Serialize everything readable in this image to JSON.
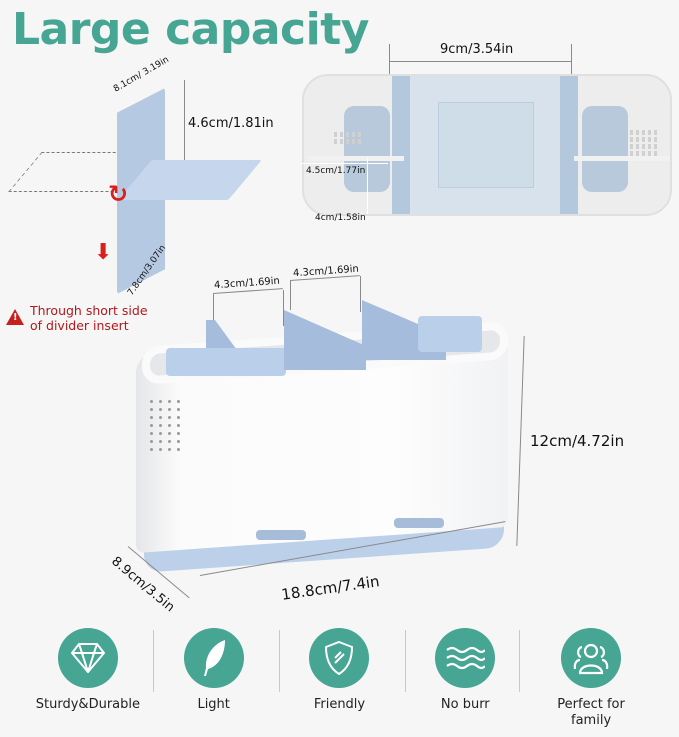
{
  "title": "Large capacity",
  "colors": {
    "accent": "#46a593",
    "warning": "#b2181c",
    "divider_blue": "#b3c7dd"
  },
  "divider_detail": {
    "top_width": "8.1cm/ 3.19in",
    "height": "4.6cm/1.81in",
    "bottom_width": "7.8cm/3.07in",
    "warning_line1": "Through short side",
    "warning_line2": "of divider insert",
    "icons": [
      "rotate-arrow-icon",
      "down-arrow-icon",
      "warning-icon"
    ]
  },
  "top_view": {
    "center_width": "9cm/3.54in",
    "side_width": "4.5cm/1.77in",
    "side_depth": "4cm/1.58in"
  },
  "main_product": {
    "slot1_width": "4.3cm/1.69in",
    "slot2_width": "4.3cm/1.69in",
    "height": "12cm/4.72in",
    "depth": "8.9cm/3.5in",
    "length": "18.8cm/7.4in"
  },
  "features": [
    {
      "icon": "diamond-icon",
      "label": "Sturdy&Durable"
    },
    {
      "icon": "feather-icon",
      "label": "Light"
    },
    {
      "icon": "shield-icon",
      "label": "Friendly"
    },
    {
      "icon": "waves-icon",
      "label": "No burr"
    },
    {
      "icon": "family-icon",
      "label": "Perfect for family"
    }
  ]
}
